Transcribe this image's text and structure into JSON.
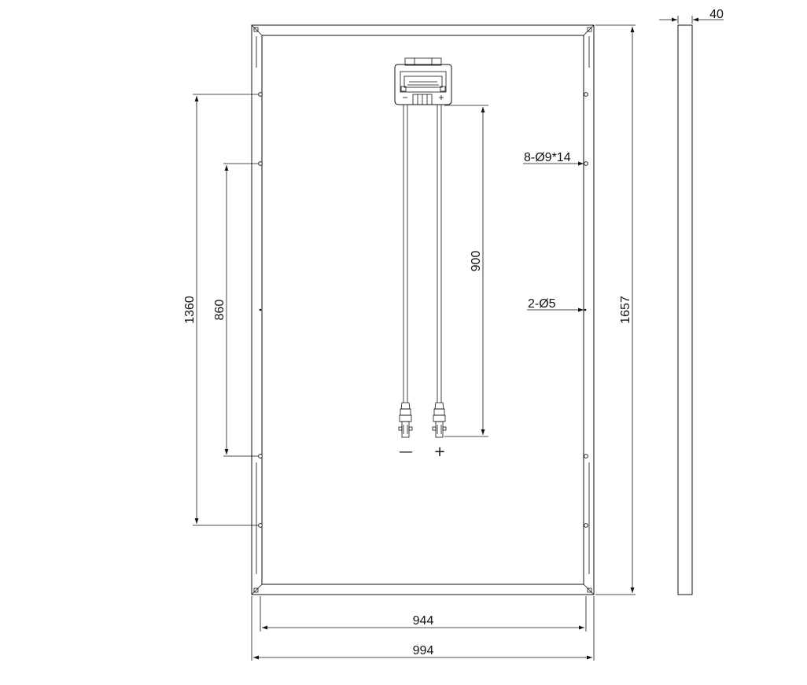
{
  "dimensions": {
    "frame_height": "1657",
    "frame_width": "994",
    "inner_width": "944",
    "frame_depth": "40",
    "hole_spacing_outer": "1360",
    "hole_spacing_inner": "860",
    "cable_length": "900"
  },
  "callouts": {
    "mounting_holes": "8-Ø9*14",
    "ground_holes": "2-Ø5"
  },
  "polarity": {
    "negative": "—",
    "positive": "+"
  }
}
